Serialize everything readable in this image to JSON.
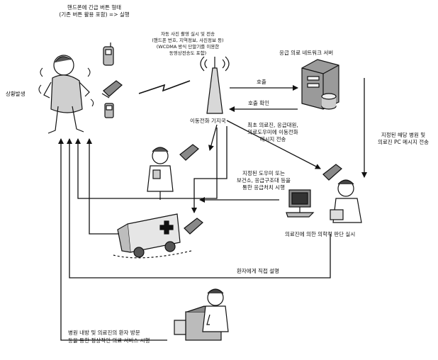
{
  "labels": {
    "phone_emergency_button": [
      "핸드폰에 긴급 버튼 형태",
      "(기존 버튼 활용 포함) => 실행"
    ],
    "auto_photo_send": [
      "자동 사진 촬영 실시 및 전송",
      "(핸드폰 번호, 지역정보, 사진정보 등)",
      "(WCDMA 방식 단말기를 이용한",
      "동영상전송도 포함)"
    ],
    "emergency_network_server": "응급 의료 네트워크 서버",
    "situation_occurs": "상황발생",
    "call": "호출",
    "call_confirm": "호출 확인",
    "mobile_base_station": "이동전화 기지국",
    "message_to_hospital": [
      "최초 의료진, 응급대원,",
      "의료도우미에 이동전화",
      "메시지 전송"
    ],
    "designated_hospital_msg": [
      "지정된 해당 병원 및",
      "의료진 PC 메시지 전송"
    ],
    "designated_helper": [
      "지정된 도우미 또는",
      "보건소, 응급구조대 등을",
      "통한 응급처치 시행"
    ],
    "medical_judgment": "의료진에 의한 의학적 판단 실시",
    "direct_explanation": "환자에게 직접 설명",
    "normal_service": [
      "병원 내방 및 의료진의 환자 방문",
      "등을 통한 정상적인 의료 서비스 시행"
    ]
  }
}
